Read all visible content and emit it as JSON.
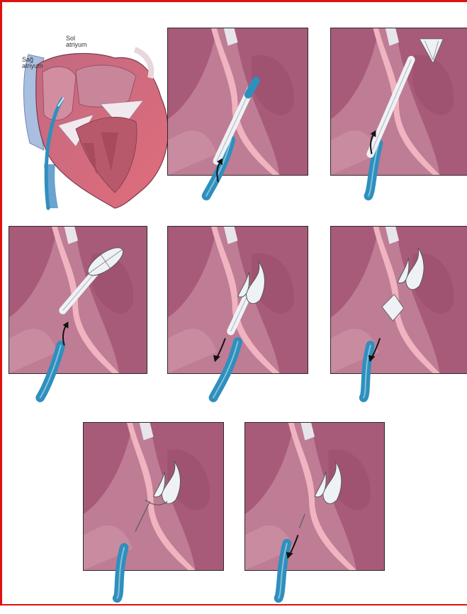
{
  "colors": {
    "frame_border": "#e01010",
    "atrium_dark": "#a85b79",
    "atrium_mid": "#bf7c95",
    "septum_pink": "#f0b3c0",
    "catheter_blue": "#2f8fbd",
    "device_white": "#eef1f5"
  },
  "heart": {
    "right_atrium_label": "Sağ atriyum",
    "left_atrium_label": "Sol atriyum"
  },
  "steps": [
    {
      "id": "step-1",
      "device": "sheath",
      "arrow": "up"
    },
    {
      "id": "step-2",
      "device": "left-disc-opening",
      "arrow": "up"
    },
    {
      "id": "step-3",
      "device": "left-disc-open",
      "arrow": "up"
    },
    {
      "id": "step-4",
      "device": "left-disc-against-septum",
      "arrow": "down"
    },
    {
      "id": "step-5",
      "device": "right-disc-opening",
      "arrow": "down"
    },
    {
      "id": "step-6",
      "device": "both-discs-deployed",
      "arrow": "none"
    },
    {
      "id": "step-7",
      "device": "released",
      "arrow": "down"
    }
  ]
}
